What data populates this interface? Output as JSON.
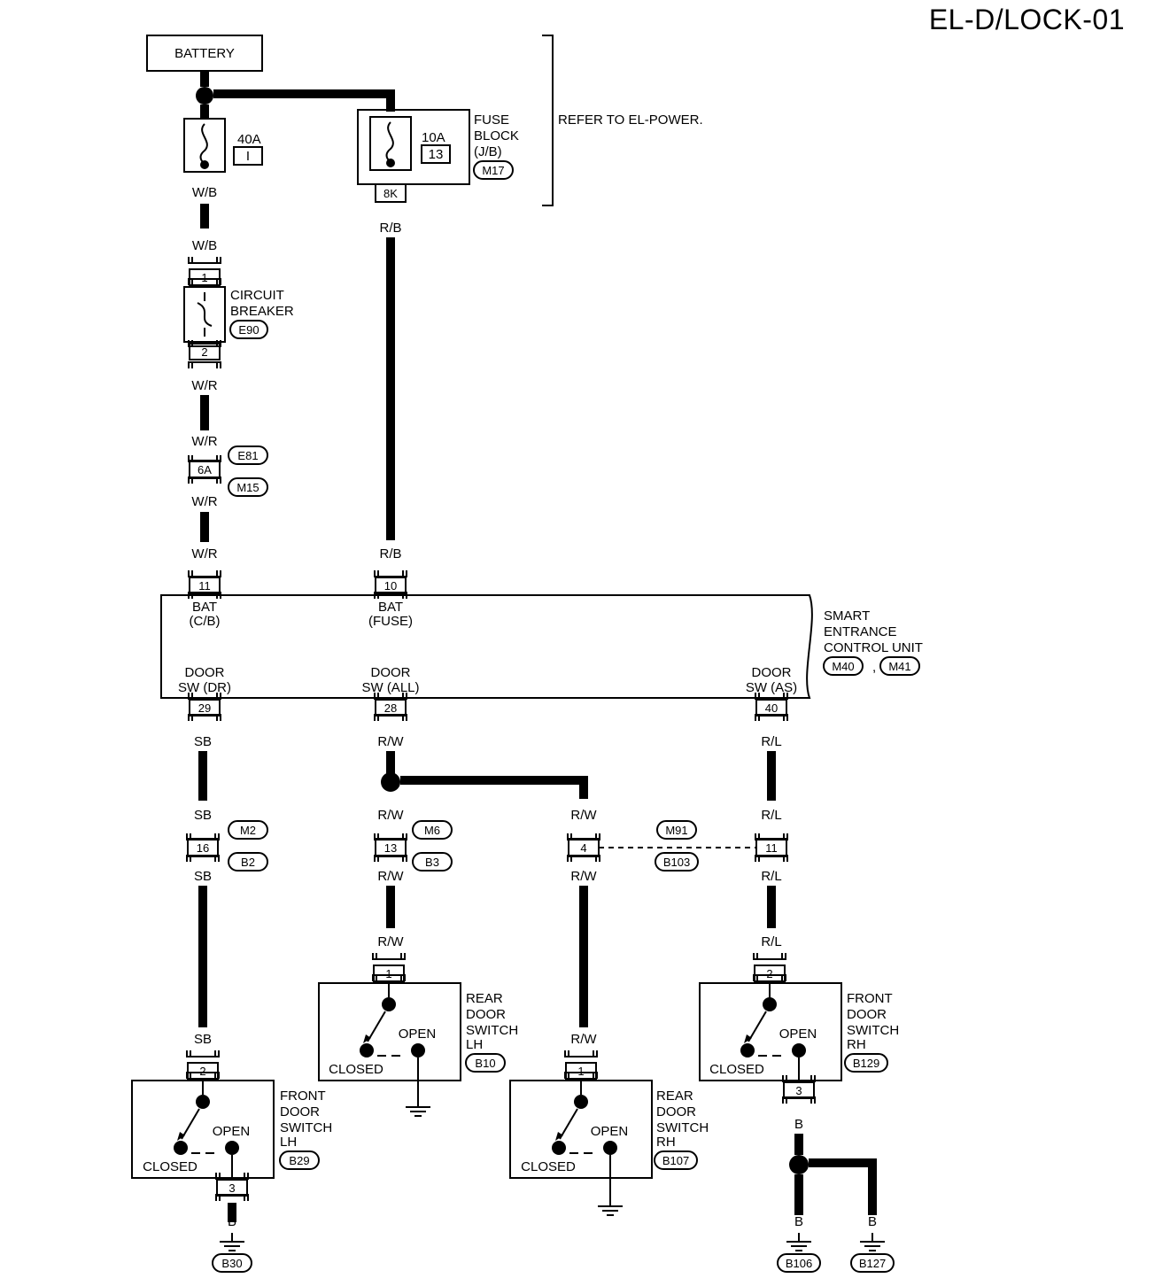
{
  "page_title": "EL-D/LOCK-01",
  "battery": "BATTERY",
  "fuse_40a": {
    "rating": "40A",
    "id": "I"
  },
  "fuse_10a": {
    "rating": "10A",
    "id": "13",
    "terminal": "8K"
  },
  "fuse_block": {
    "line1": "FUSE",
    "line2": "BLOCK",
    "line3": "(J/B)",
    "connector": "M17"
  },
  "refer_note": "REFER TO EL-POWER.",
  "circuit_breaker": {
    "line1": "CIRCUIT",
    "line2": "BREAKER",
    "connector": "E90",
    "pin_top": "1",
    "pin_bottom": "2"
  },
  "joint_6a": {
    "pin": "6A",
    "conn_top": "E81",
    "conn_bottom": "M15"
  },
  "wires": {
    "wb": "W/B",
    "wr": "W/R",
    "rb": "R/B",
    "sb": "SB",
    "rw": "R/W",
    "rl": "R/L",
    "b": "B"
  },
  "control_unit": {
    "line1": "SMART",
    "line2": "ENTRANCE",
    "line3": "CONTROL UNIT",
    "conn1": "M40",
    "sep": ",",
    "conn2": "M41",
    "bat_cb": {
      "pin": "11",
      "line1": "BAT",
      "line2": "(C/B)"
    },
    "bat_fuse": {
      "pin": "10",
      "line1": "BAT",
      "line2": "(FUSE)"
    },
    "door_dr": {
      "pin": "29",
      "line1": "DOOR",
      "line2": "SW (DR)"
    },
    "door_all": {
      "pin": "28",
      "line1": "DOOR",
      "line2": "SW (ALL)"
    },
    "door_as": {
      "pin": "40",
      "line1": "DOOR",
      "line2": "SW (AS)"
    }
  },
  "joint_16": {
    "pin": "16",
    "conn_top": "M2",
    "conn_bottom": "B2"
  },
  "joint_13": {
    "pin": "13",
    "conn_top": "M6",
    "conn_bottom": "B3"
  },
  "joint_4": {
    "pin": "4"
  },
  "joint_11": {
    "pin": "11"
  },
  "joint_m91": {
    "conn_top": "M91",
    "conn_bottom": "B103"
  },
  "switch_states": {
    "open": "OPEN",
    "closed": "CLOSED"
  },
  "front_door_lh": {
    "line1": "FRONT",
    "line2": "DOOR",
    "line3": "SWITCH",
    "line4": "LH",
    "connector": "B29",
    "pin_top": "2",
    "pin_bottom": "3",
    "ground": "B30"
  },
  "rear_door_lh": {
    "line1": "REAR",
    "line2": "DOOR",
    "line3": "SWITCH",
    "line4": "LH",
    "connector": "B10",
    "pin_top": "1"
  },
  "rear_door_rh": {
    "line1": "REAR",
    "line2": "DOOR",
    "line3": "SWITCH",
    "line4": "RH",
    "connector": "B107",
    "pin_top": "1"
  },
  "front_door_rh": {
    "line1": "FRONT",
    "line2": "DOOR",
    "line3": "SWITCH",
    "line4": "RH",
    "connector": "B129",
    "pin_top": "2",
    "pin_bottom": "3"
  },
  "grounds": {
    "g1": "B106",
    "g2": "B127"
  }
}
